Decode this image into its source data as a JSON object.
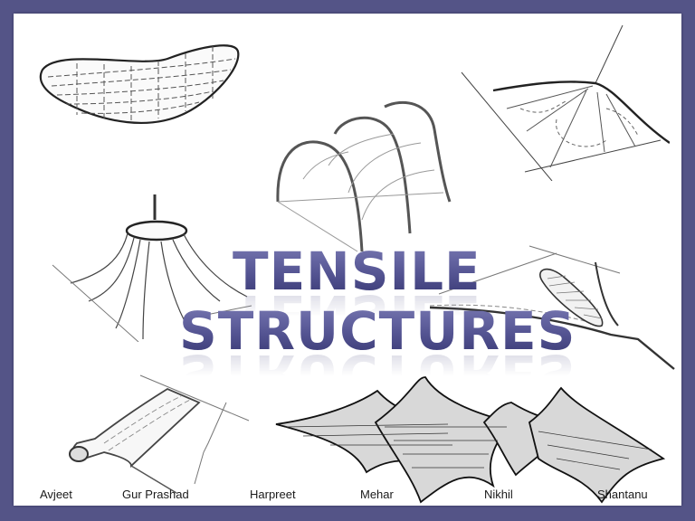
{
  "slide": {
    "title_line1": "TENSILE",
    "title_line2": "STRUCTURES",
    "border_color": "#545487",
    "title_color": "#4a4a86",
    "background_color": "#ffffff"
  },
  "authors": [
    {
      "name": "Avjeet"
    },
    {
      "name": "Gur Prashad"
    },
    {
      "name": "Harpreet"
    },
    {
      "name": "Mehar"
    },
    {
      "name": "Nikhil"
    },
    {
      "name": "Shantanu"
    }
  ],
  "sketches": [
    {
      "id": "saddle-shell",
      "description": "curved cable-net shell sketch"
    },
    {
      "id": "arched-tunnel",
      "description": "arched membrane tunnel sketch"
    },
    {
      "id": "point-supported-canopy",
      "description": "mast-supported point canopy sketch"
    },
    {
      "id": "ring-tent",
      "description": "conical tent with ring top"
    },
    {
      "id": "eye-loop",
      "description": "cable eye loop membrane sketch"
    },
    {
      "id": "rolled-membrane",
      "description": "rolled membrane sheet sketch"
    },
    {
      "id": "multi-peak-tent",
      "description": "multi-peak hypar tent array"
    }
  ]
}
